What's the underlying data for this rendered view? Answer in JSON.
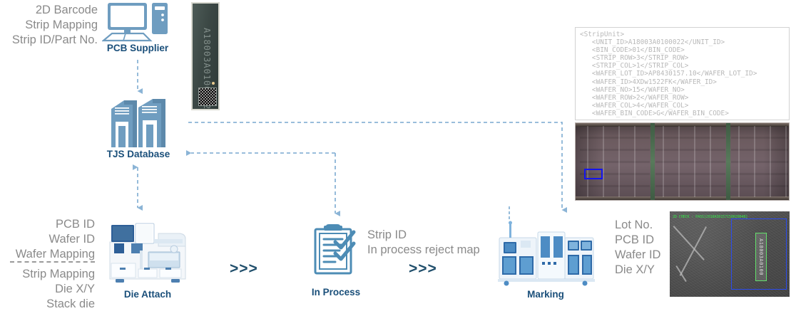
{
  "notes": {
    "top_left": "2D Barcode\nStrip Mapping\nStrip ID/Part No.",
    "die_attach_upper": "PCB ID\nWafer ID\nWafer Mapping",
    "die_attach_lower": "Strip Mapping\nDie X/Y\nStack die",
    "in_process": "Strip ID\nIn process reject map",
    "marking": "Lot No.\nPCB ID\nWafer ID\nDie X/Y"
  },
  "nodes": {
    "pcb_supplier": "PCB Supplier",
    "tjs_database": "TJS Database",
    "die_attach": "Die Attach",
    "in_process": "In Process",
    "marking": "Marking"
  },
  "flow": {
    "chevron_1": ">>>",
    "chevron_2": ">>>"
  },
  "xml_record": {
    "lines": [
      "<StripUnit>",
      "   <UNIT_ID>A18003A0100022</UNIT_ID>",
      "   <BIN_CODE>01</BIN_CODE>",
      "   <STRIP_ROW>3</STRIP_ROW>",
      "   <STRIP_COL>1</STRIP_COL>",
      "   <WAFER_LOT_ID>AP8430157.10</WAFER_LOT_ID>",
      "   <WAFER_ID>4XDw1522FK</WAFER_ID>",
      "   <WAFER_NO>15</WAFER_NO>",
      "   <WAFER_ROW>2</WAFER_ROW>",
      "   <WAFER_COL>4</WAFER_COL>",
      "   <WAFER_BIN_CODE>G</WAFER_BIN_CODE>"
    ],
    "text": "<StripUnit>\n   <UNIT_ID>A18003A0100022</UNIT_ID>\n   <BIN_CODE>01</BIN_CODE>\n   <STRIP_ROW>3</STRIP_ROW>\n   <STRIP_COL>1</STRIP_COL>\n   <WAFER_LOT_ID>AP8430157.10</WAFER_LOT_ID>\n   <WAFER_ID>4XDw1522FK</WAFER_ID>\n   <WAFER_NO>15</WAFER_NO>\n   <WAFER_ROW>2</WAFER_ROW>\n   <WAFER_COL>4</WAFER_COL>\n   <WAFER_BIN_CODE>G</WAFER_BIN_CODE>"
  },
  "barcode_strip": {
    "serial_text": "A18003A0100002"
  },
  "check_photo": {
    "overlay_text": "2D CHECK : PASS[2018A30157150020048]",
    "marked_code": "A18003A0100"
  },
  "colors": {
    "icon_blue": "#6f9dc0",
    "caption_blue": "#1a4f7a",
    "note_gray": "#8a8a8a",
    "arrow_blue": "#8bb4d6",
    "chevron_blue": "#1f4e6b",
    "highlight_blue": "#1414ee",
    "pass_green": "#37e24a"
  }
}
